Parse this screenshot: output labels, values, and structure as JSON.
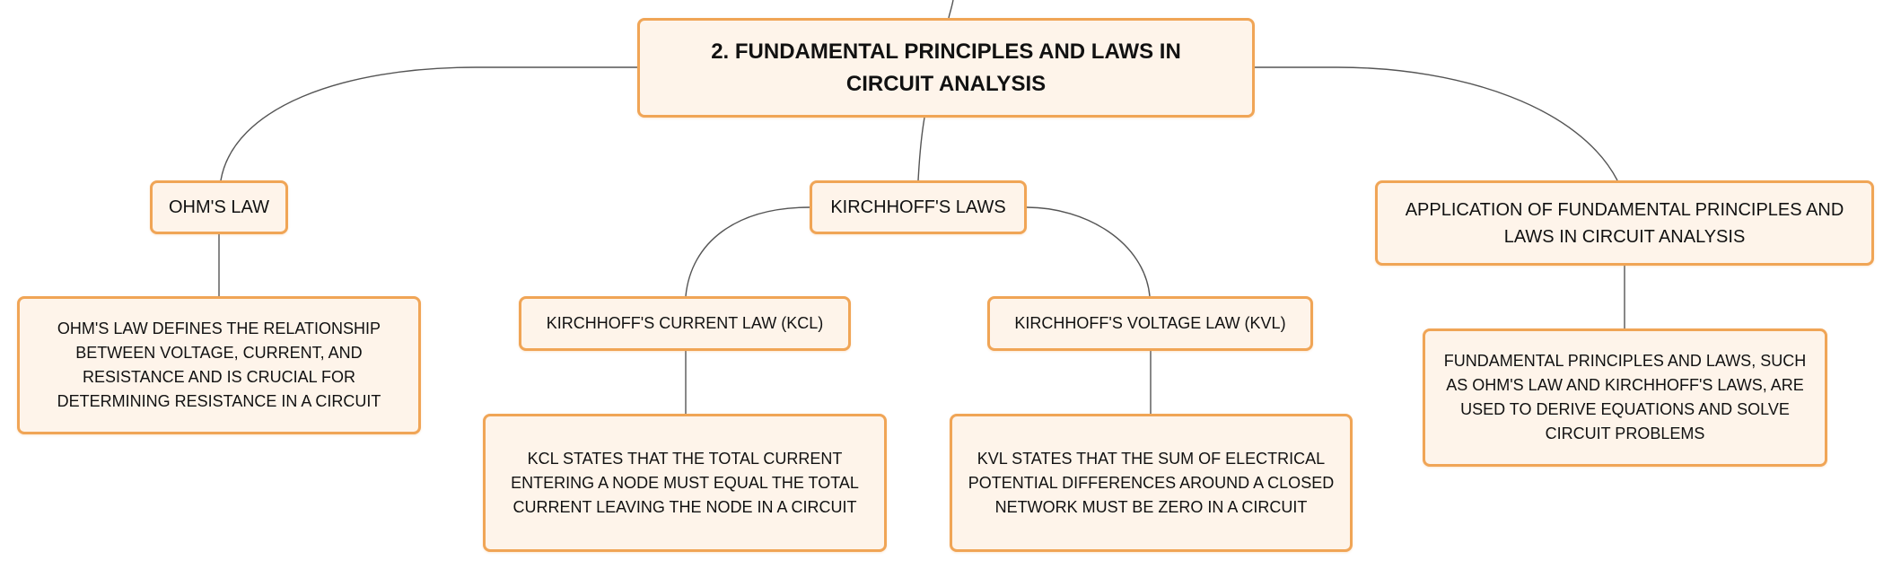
{
  "mindmap": {
    "root": {
      "label": "2. FUNDAMENTAL PRINCIPLES AND LAWS IN CIRCUIT ANALYSIS"
    },
    "ohms_law": {
      "label": "OHM'S LAW",
      "detail": "OHM'S LAW DEFINES THE RELATIONSHIP BETWEEN VOLTAGE, CURRENT, AND RESISTANCE AND IS CRUCIAL FOR DETERMINING RESISTANCE IN A CIRCUIT"
    },
    "kirchhoffs_laws": {
      "label": "KIRCHHOFF'S LAWS",
      "kcl": {
        "label": "KIRCHHOFF'S CURRENT LAW (KCL)",
        "detail": "KCL STATES THAT THE TOTAL CURRENT ENTERING A NODE MUST EQUAL THE TOTAL CURRENT LEAVING THE NODE IN A CIRCUIT"
      },
      "kvl": {
        "label": "KIRCHHOFF'S VOLTAGE LAW (KVL)",
        "detail": "KVL STATES THAT THE SUM OF ELECTRICAL POTENTIAL DIFFERENCES AROUND A CLOSED NETWORK MUST BE ZERO IN A CIRCUIT"
      }
    },
    "application": {
      "label": "APPLICATION OF FUNDAMENTAL PRINCIPLES AND LAWS IN CIRCUIT ANALYSIS",
      "detail": "FUNDAMENTAL PRINCIPLES AND LAWS, SUCH AS OHM'S LAW AND KIRCHHOFF'S LAWS, ARE USED TO DERIVE EQUATIONS AND SOLVE CIRCUIT PROBLEMS"
    }
  },
  "colors": {
    "node_fill": "#fef4ea",
    "node_border": "#f0a556",
    "connector": "#555555",
    "text": "#111111"
  }
}
